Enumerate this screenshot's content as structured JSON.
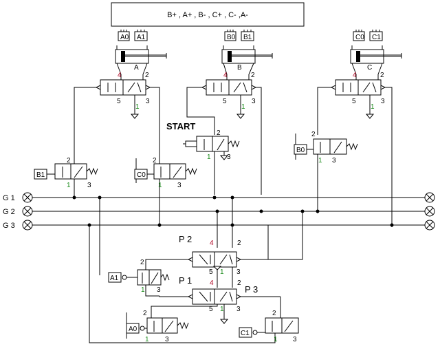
{
  "sequence": "B+ , A+ , B- , C+ , C- ,A-",
  "cylinders": [
    {
      "name": "A",
      "left_sensor": "A0",
      "right_sensor": "A1"
    },
    {
      "name": "B",
      "left_sensor": "B0",
      "right_sensor": "B1"
    },
    {
      "name": "C",
      "left_sensor": "C0",
      "right_sensor": "C1"
    }
  ],
  "groups": [
    "G 1",
    "G 2",
    "G 3"
  ],
  "valve_labels": {
    "start": "START",
    "p1": "P 1",
    "p2": "P 2",
    "p3": "P 3"
  },
  "sensor_tags": {
    "b1": "B1",
    "c0": "C0",
    "b0": "B0",
    "a1": "A1",
    "a0": "A0",
    "c1": "C1"
  },
  "port_numbers": {
    "p1": "1",
    "p2": "2",
    "p3": "3",
    "p4": "4",
    "p5": "5"
  },
  "colors": {
    "line": "#000000",
    "port1": "#1a8a1a",
    "port4": "#b00020"
  }
}
